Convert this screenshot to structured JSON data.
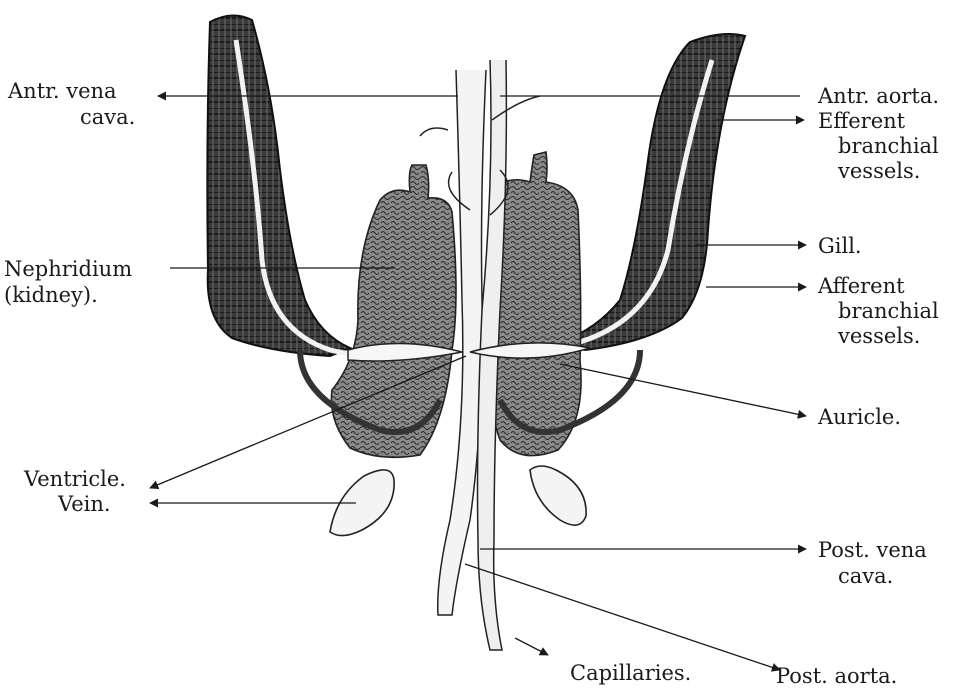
{
  "labels": {
    "antr_vena_cava_1": "Antr. vena",
    "antr_vena_cava_2": "cava.",
    "antr_aorta": "Antr. aorta.",
    "efferent_1": "Efferent",
    "efferent_2": "branchial",
    "efferent_3": "vessels.",
    "nephridium_1": "Nephridium",
    "nephridium_2": "(kidney).",
    "gill": "Gill.",
    "afferent_1": "Afferent",
    "afferent_2": "branchial",
    "afferent_3": "vessels.",
    "auricle": "Auricle.",
    "ventricle": "Ventricle.",
    "vein": "Vein.",
    "post_vena_cava_1": "Post. vena",
    "post_vena_cava_2": "cava.",
    "capillaries": "Capillaries.",
    "post_aorta": "Post. aorta."
  }
}
